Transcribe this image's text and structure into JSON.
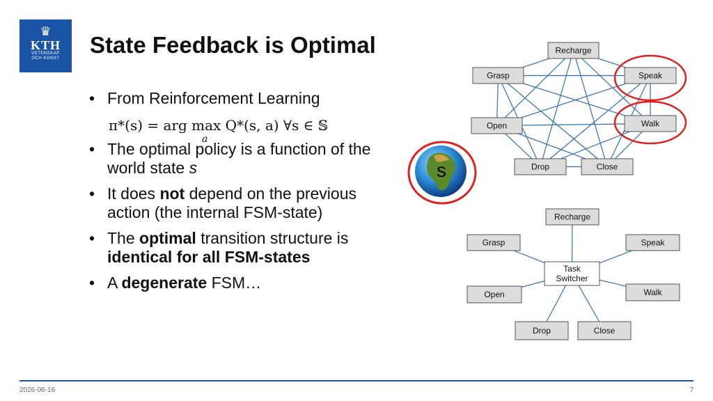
{
  "logo": {
    "name": "KTH",
    "line1": "VETENSKAP",
    "line2": "OCH KONST"
  },
  "title": "State Feedback is Optimal",
  "bullets": [
    {
      "parts": [
        {
          "text": "From Reinforcement Learning",
          "bold": false
        }
      ]
    },
    {
      "parts": [
        {
          "text": "The optimal policy is a function of the world state ",
          "bold": false
        },
        {
          "text": "s",
          "italic": true
        }
      ]
    },
    {
      "parts": [
        {
          "text": "It does ",
          "bold": false
        },
        {
          "text": "not",
          "bold": true
        },
        {
          "text": " depend on the previous action (the internal FSM-state)",
          "bold": false
        }
      ]
    },
    {
      "parts": [
        {
          "text": "The ",
          "bold": false
        },
        {
          "text": "optimal",
          "bold": true
        },
        {
          "text": " transition structure is ",
          "bold": false
        },
        {
          "text": "identical for all FSM-states",
          "bold": true
        }
      ]
    },
    {
      "parts": [
        {
          "text": "A ",
          "bold": false
        },
        {
          "text": "degenerate",
          "bold": true
        },
        {
          "text": " FSM…",
          "bold": false
        }
      ]
    }
  ],
  "formula": {
    "main": "π*(s) = arg max Q*(s, a)   ∀s ∈ 𝕊",
    "subscript": "a"
  },
  "globe_label": "s",
  "top_diagram": {
    "nodes": [
      "Recharge",
      "Grasp",
      "Speak",
      "Open",
      "Walk",
      "Drop",
      "Close"
    ]
  },
  "bottom_diagram": {
    "center": [
      "Task",
      "Switcher"
    ],
    "nodes": [
      "Recharge",
      "Grasp",
      "Speak",
      "Open",
      "Walk",
      "Drop",
      "Close"
    ]
  },
  "colors": {
    "accent": "#1954a6",
    "edge": "#2e6db4",
    "highlight": "#e02020"
  },
  "footer": {
    "date": "2026-06-16",
    "page": "7"
  }
}
